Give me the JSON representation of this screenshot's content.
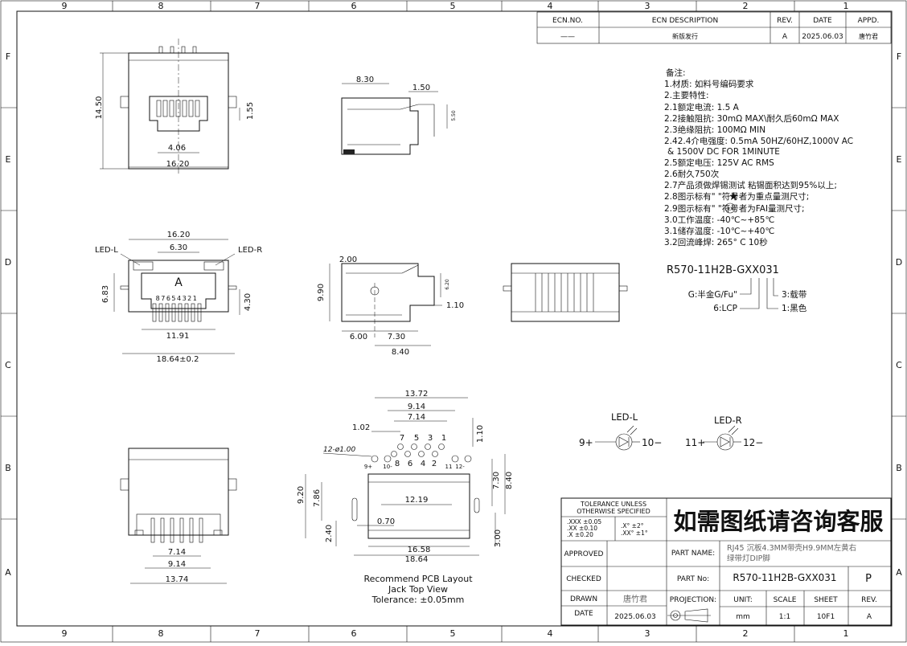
{
  "border": {
    "columns": [
      "9",
      "8",
      "7",
      "6",
      "5",
      "4",
      "3",
      "2",
      "1"
    ],
    "rows": [
      "F",
      "E",
      "D",
      "C",
      "B",
      "A"
    ]
  },
  "ecn": {
    "headers": [
      "ECN.NO.",
      "ECN DESCRIPTION",
      "REV.",
      "DATE",
      "APPD."
    ],
    "row": [
      "——",
      "新版发行",
      "A",
      "2025.06.03",
      "唐竹君"
    ]
  },
  "notes": {
    "title": "备注:",
    "lines": [
      "1.材质: 如料号编码要求",
      "2.主要特性:",
      "2.1额定电流: 1.5 A",
      "2.2接触阻抗: 30mΩ MAX\\耐久后60mΩ MAX",
      "2.3绝缘阻抗: 100MΩ MIN",
      "2.42.4介电强度: 0.5mA 50HZ/60HZ,1000V AC",
      "& 1500V DC FOR 1MINUTE",
      "2.5额定电压: 125V AC RMS",
      "2.6耐久750次",
      "2.7产品须做焊锡测试 粘锡面积达到95%以上;",
      "2.8图示标有\"  \"符号者为重点量测尺寸;",
      "2.9图示标有\"  \"符号者为FAI量测尺寸;",
      "3.0工作温度: -40℃~+85℃",
      "3.1储存温度: -10℃~+40℃",
      "3.2回流峰焊: 265° C 10秒"
    ],
    "fai_symbol": "XX"
  },
  "part_code": {
    "code": "R570-11H2B-GXX031",
    "left_labels": [
      "G:半金G/Fu\"",
      "6:LCP"
    ],
    "right_labels": [
      "3:载带",
      "1:黑色"
    ]
  },
  "led": {
    "left": {
      "title": "LED-L",
      "pin_a": "9+",
      "pin_b": "10−"
    },
    "right": {
      "title": "LED-R",
      "pin_a": "11+",
      "pin_b": "12−"
    }
  },
  "views": {
    "front_top": {
      "d1": "14.50",
      "d2": "1.55",
      "d3": "4.06",
      "d4": "16.20"
    },
    "side_top": {
      "d1": "8.30",
      "d2": "1.50",
      "d3": "5.50"
    },
    "front_mid": {
      "d1": "16.20",
      "d2": "6.30",
      "led_l": "LED-L",
      "led_r": "LED-R",
      "d3": "6.83",
      "d4": "4.30",
      "d5": "11.91",
      "d6": "18.64±0.2",
      "pins": "87654321",
      "mark": "A"
    },
    "side_mid": {
      "d1": "2.00",
      "d2": "9.90",
      "d3": "6.20",
      "d4": "1.10",
      "d5": "6.00",
      "d6": "7.30",
      "d7": "8.40"
    },
    "pcb": {
      "d1": "13.72",
      "d2": "9.14",
      "d3": "7.14",
      "d4": "1.02",
      "d5": "1.10",
      "hole": "12-ø1.00",
      "top_pins": [
        "7",
        "5",
        "3",
        "1"
      ],
      "bottom_pins": [
        "8",
        "6",
        "4",
        "2"
      ],
      "side_pins": [
        "9+",
        "10-",
        "11",
        "12-"
      ],
      "d6": "9.20",
      "d7": "7.86",
      "d8": "12.19",
      "d9": "7.30",
      "d10": "8.40",
      "d11": "0.70",
      "d12": "2.40",
      "d13": "16.58",
      "d14": "18.64",
      "d15": "3.00",
      "caption1": "Recommend PCB Layout",
      "caption2": "Jack Top View",
      "caption3": "Tolerance: ±0.05mm"
    },
    "bottom_left": {
      "d1": "7.14",
      "d2": "9.14",
      "d3": "13.74"
    }
  },
  "title_block": {
    "tol_title1": "TOLERANCE UNLESS",
    "tol_title2": "OTHERWISE SPECIFIED",
    "tol_rows": [
      ".XXX ±0.05",
      ".XX  ±0.10",
      ".X   ±0.20"
    ],
    "tol_ang": [
      ".X°  ±2°",
      ".XX° ±1°"
    ],
    "banner": "如需图纸请咨询客服",
    "approved": "APPROVED",
    "checked": "CHECKED",
    "drawn": "DRAWN",
    "drawn_by": "唐竹君",
    "date_label": "DATE",
    "date": "2025.06.03",
    "part_name_label": "PART NAME:",
    "part_name_1": "RJ45 沉板4.3MM带壳H9.9MM左黄右",
    "part_name_2": "绿带灯DIP脚",
    "part_no_label": "PART No:",
    "part_no": "R570-11H2B-GXX031",
    "part_no_code": "P",
    "projection": "PROJECTION:",
    "unit_label": "UNIT:",
    "scale_label": "SCALE",
    "sheet_label": "SHEET",
    "rev_label": "REV.",
    "unit": "mm",
    "scale": "1:1",
    "sheet": "10F1",
    "rev": "A"
  }
}
